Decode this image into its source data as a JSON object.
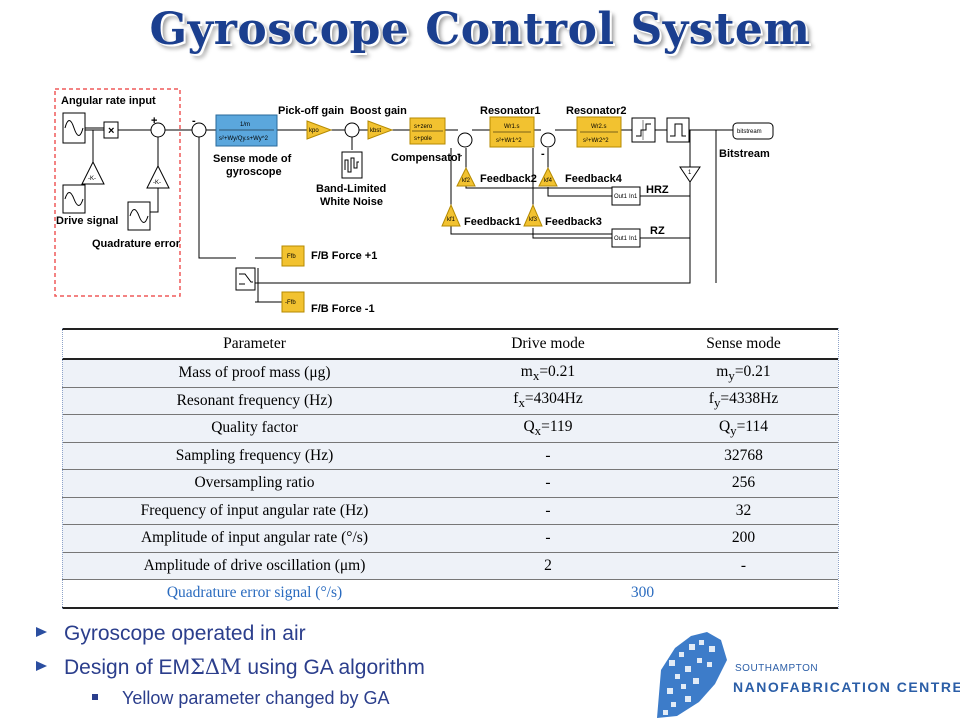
{
  "slide": {
    "title": "Gyroscope Control System"
  },
  "diagram": {
    "labels": {
      "angular_rate_input": "Angular rate input",
      "drive_signal": "Drive signal",
      "quadrature_error": "Quadrature error",
      "pickoff_gain": "Pick-off gain",
      "boost_gain": "Boost gain",
      "resonator1": "Resonator1",
      "resonator2": "Resonator2",
      "sense_mode_1": "Sense mode of",
      "sense_mode_2": "gyroscope",
      "noise_1": "Band-Limited",
      "noise_2": "White Noise",
      "compensator": "Compensator",
      "feedback2": "Feedback2",
      "feedback4": "Feedback4",
      "feedback1": "Feedback1",
      "feedback3": "Feedback3",
      "bitstream": "Bitstream",
      "hrz": "HRZ",
      "rz": "RZ",
      "fb_force_pos": "F/B Force +1",
      "fb_force_neg": "F/B Force -1"
    },
    "blocks": {
      "mult": "×",
      "gain_k": "-K-",
      "sense_num": "1/m",
      "sense_den": "s²+Wy/Qy.s+Wy^2",
      "kpo": "kpo",
      "kbst": "kbst",
      "comp_num": "s+zero",
      "comp_den": "s+pole",
      "res1_num": "Wr1.s",
      "res1_den": "s²+Wr1^2",
      "res2_num": "Wr2.s",
      "res2_den": "s²+Wr2^2",
      "fb_gain_2": "kf2",
      "fb_gain_4": "kf4",
      "fb_gain_1": "kf1",
      "fb_gain_3": "kf3",
      "one": "1",
      "out1": "Out1",
      "in1": "In1",
      "bitstream_out": "bitstream",
      "ffb": "Ffb",
      "neg_ffb": "-Ffb",
      "plus": "+",
      "minus": "-"
    }
  },
  "table": {
    "headers": [
      "Parameter",
      "Drive mode",
      "Sense mode"
    ],
    "rows": [
      {
        "param": "Mass of proof mass (μg)",
        "drive": "mx=0.21",
        "sense": "my=0.21"
      },
      {
        "param": "Resonant frequency (Hz)",
        "drive": "fx=4304Hz",
        "sense": "fy=4338Hz"
      },
      {
        "param": "Quality factor",
        "drive": "Qx=119",
        "sense": "Qy=114"
      },
      {
        "param": "Sampling frequency (Hz)",
        "drive": "-",
        "sense": "32768"
      },
      {
        "param": "Oversampling ratio",
        "drive": "-",
        "sense": "256"
      },
      {
        "param": "Frequency of input angular rate (Hz)",
        "drive": "-",
        "sense": "32"
      },
      {
        "param": "Amplitude of input angular rate (°/s)",
        "drive": "-",
        "sense": "200"
      },
      {
        "param": "Amplitude of drive oscillation (μm)",
        "drive": "2",
        "sense": "-"
      }
    ],
    "last_row": {
      "param": "Quadrature error signal (°/s)",
      "value": "300"
    }
  },
  "bullets": [
    {
      "text": "Gyroscope operated in air"
    },
    {
      "pre": "Design of EM",
      "greek": "ΣΔΜ",
      "post": " using GA algorithm"
    }
  ],
  "sub_bullets": [
    "Yellow parameter changed by GA"
  ],
  "logo": {
    "top_text": "SOUTHAMPTON",
    "main_text": "NANOFABRICATION CENTRE"
  },
  "colors": {
    "title": "#1b3f8f",
    "bullet_text": "#2b3e8c",
    "sense_block": "#5ba7dd",
    "gain_yellow": "#f2c230",
    "dashed_box": "#ef5a5a",
    "last_row_text": "#2a6bbf",
    "logo": "#2b5ea7"
  }
}
